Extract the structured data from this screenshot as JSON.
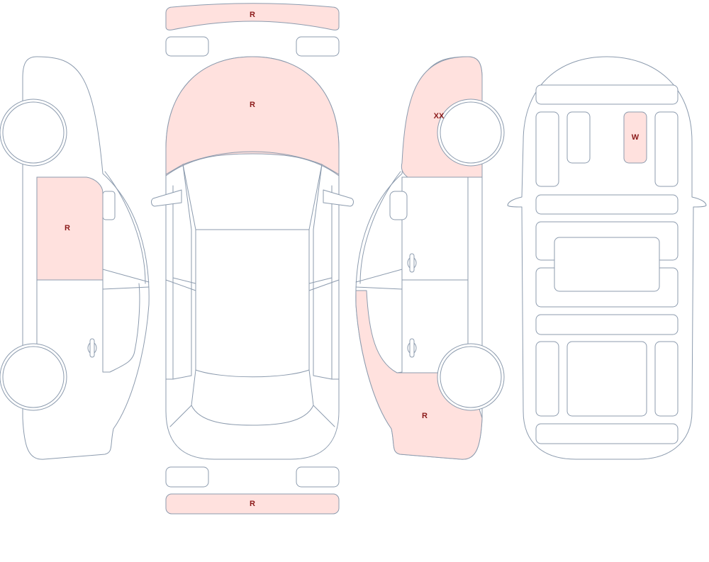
{
  "colors": {
    "outline": "#8c9bae",
    "damaged_fill": "#ffe1de",
    "mark_text": "#8b1a1a",
    "background": "#ffffff"
  },
  "marks": {
    "front_bumper": "R",
    "hood": "R",
    "rear_bumper": "R",
    "left_front_door": "R",
    "right_front_fender": "XX",
    "right_rear_quarter": "R",
    "underbody_rail": "W"
  }
}
